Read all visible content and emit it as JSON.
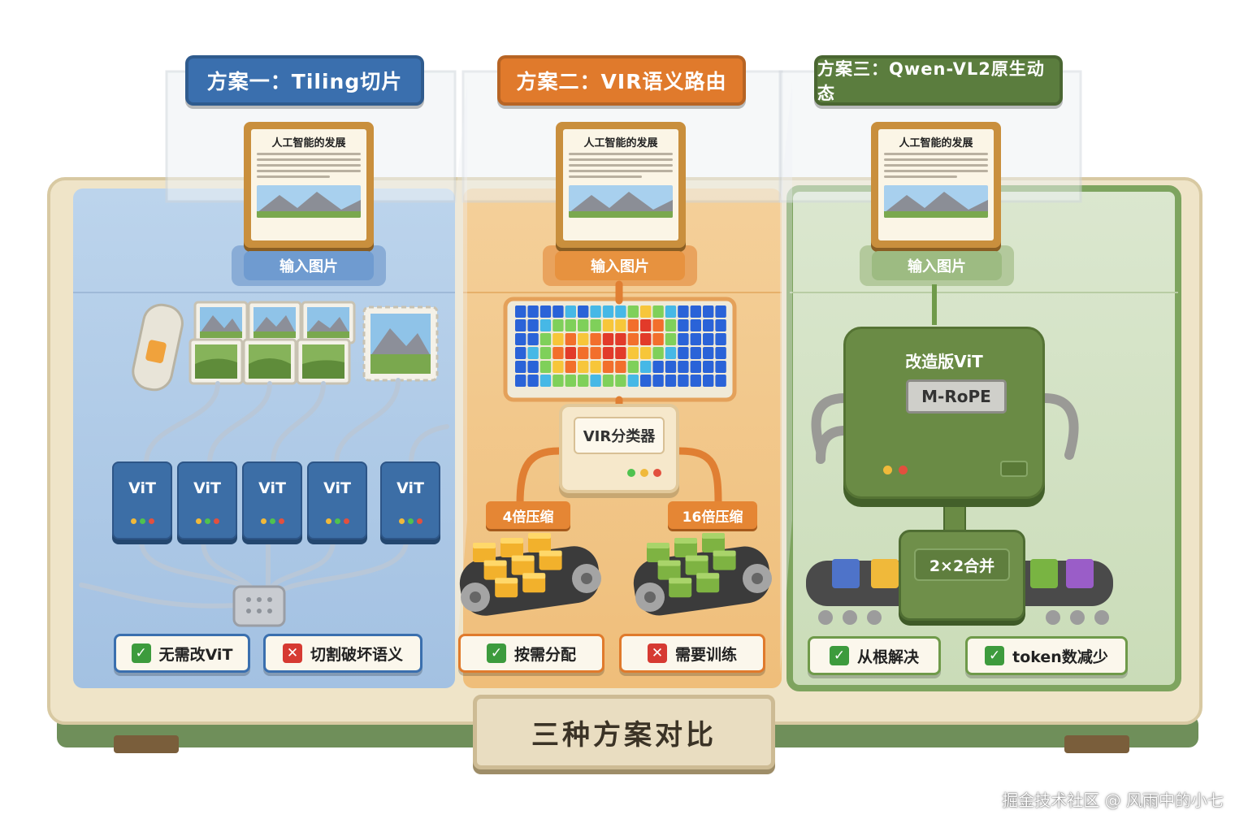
{
  "panels": [
    {
      "id": "tiling",
      "title": "方案一：Tiling切片",
      "doc_title": "人工智能的发展",
      "input_label": "输入图片",
      "vit_units": [
        "ViT",
        "ViT",
        "ViT",
        "ViT",
        "ViT"
      ],
      "pros": [
        {
          "text": "无需改ViT",
          "ok": true
        },
        {
          "text": "切割破坏语义",
          "ok": false
        }
      ],
      "accent": "#3a6fae"
    },
    {
      "id": "vir",
      "title": "方案二：VIR语义路由",
      "doc_title": "人工智能的发展",
      "input_label": "输入图片",
      "classifier_label": "VIR分类器",
      "ratio_left": "4倍压缩",
      "ratio_right": "16倍压缩",
      "pros": [
        {
          "text": "按需分配",
          "ok": true
        },
        {
          "text": "需要训练",
          "ok": false
        }
      ],
      "accent": "#e07a2c"
    },
    {
      "id": "qwen",
      "title": "方案三：Qwen-VL2原生动态",
      "doc_title": "人工智能的发展",
      "input_label": "输入图片",
      "vit_label": "改造版ViT",
      "rope_label": "M-RoPE",
      "merge_label": "2×2合并",
      "pros": [
        {
          "text": "从根解决",
          "ok": true
        },
        {
          "text": "token数减少",
          "ok": true
        }
      ],
      "accent": "#5b7d3e"
    }
  ],
  "footer_title": "三种方案对比",
  "watermark": "掘金技术社区 @ 风雨中的小七",
  "icons": {
    "ok": "check-icon",
    "no": "cross-icon"
  }
}
